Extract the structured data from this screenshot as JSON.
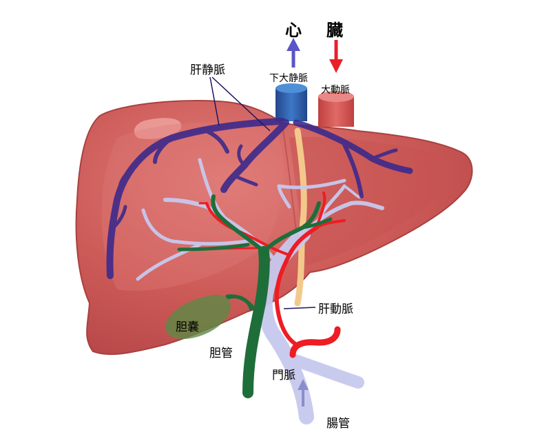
{
  "labels": {
    "heart_1": "心",
    "heart_2": "臓",
    "hepatic_vein": "肝静脈",
    "ivc": "下大静脈",
    "aorta": "大動脈",
    "hepatic_artery": "肝動脈",
    "gallbladder": "胆嚢",
    "bile_duct": "胆管",
    "portal_vein": "門脈",
    "intestine": "腸管"
  },
  "colors": {
    "liver": "#cc5a57",
    "liver_highlight": "#e58582",
    "liver_shadow": "#a8403f",
    "hepatic_vein": "#3d2a8c",
    "ivc": "#2f5fa8",
    "aorta": "#d74b4b",
    "portal_vein": "#c7c9ee",
    "hepatic_artery": "#ee1c24",
    "bile_duct": "#1e6e3a",
    "gallbladder": "#5c8a45",
    "ligament": "#f3c98b",
    "arrow_up": "#5a55c8",
    "arrow_down": "#e8202a"
  }
}
